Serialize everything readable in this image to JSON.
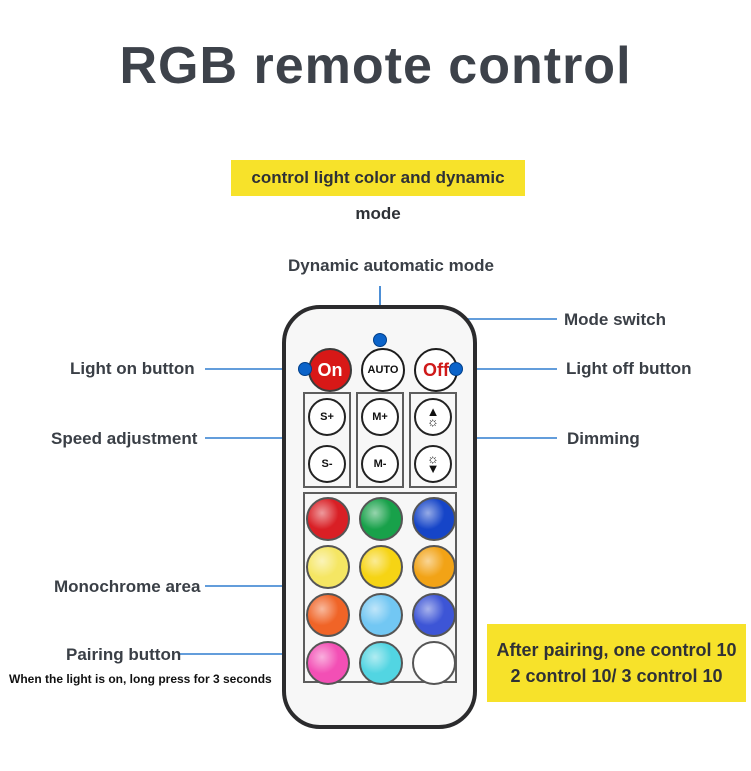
{
  "page": {
    "title": "RGB remote control",
    "subtitle": "control light color and dynamic mode",
    "note": "When the light is on, long press for 3 seconds",
    "yellow_box": {
      "line1": "After pairing, one control 10",
      "line2": "2 control 10/ 3 control 10"
    }
  },
  "labels": {
    "dynamic_mode": "Dynamic automatic mode",
    "mode_switch": "Mode switch",
    "light_on": "Light on button",
    "light_off": "Light off button",
    "speed": "Speed adjustment",
    "dimming": "Dimming",
    "monochrome": "Monochrome area",
    "pairing": "Pairing button"
  },
  "buttons": {
    "on": "On",
    "auto": "AUTO",
    "off": "Off",
    "speed_up": "S+",
    "speed_down": "S-",
    "mode_up": "M+",
    "mode_down": "M-",
    "dim_up": "☼",
    "dim_down": "☼"
  },
  "colors": {
    "accent": "#f7e22a",
    "dot": "#0b63c9",
    "on_button": "#d81817",
    "palette": [
      "#d91f25",
      "#18a14a",
      "#1645c8",
      "#f5e663",
      "#f6d414",
      "#f2a316",
      "#f06427",
      "#72c7f3",
      "#3d55d6",
      "#f34fb5",
      "#52d5e2",
      "#ffffff"
    ]
  }
}
